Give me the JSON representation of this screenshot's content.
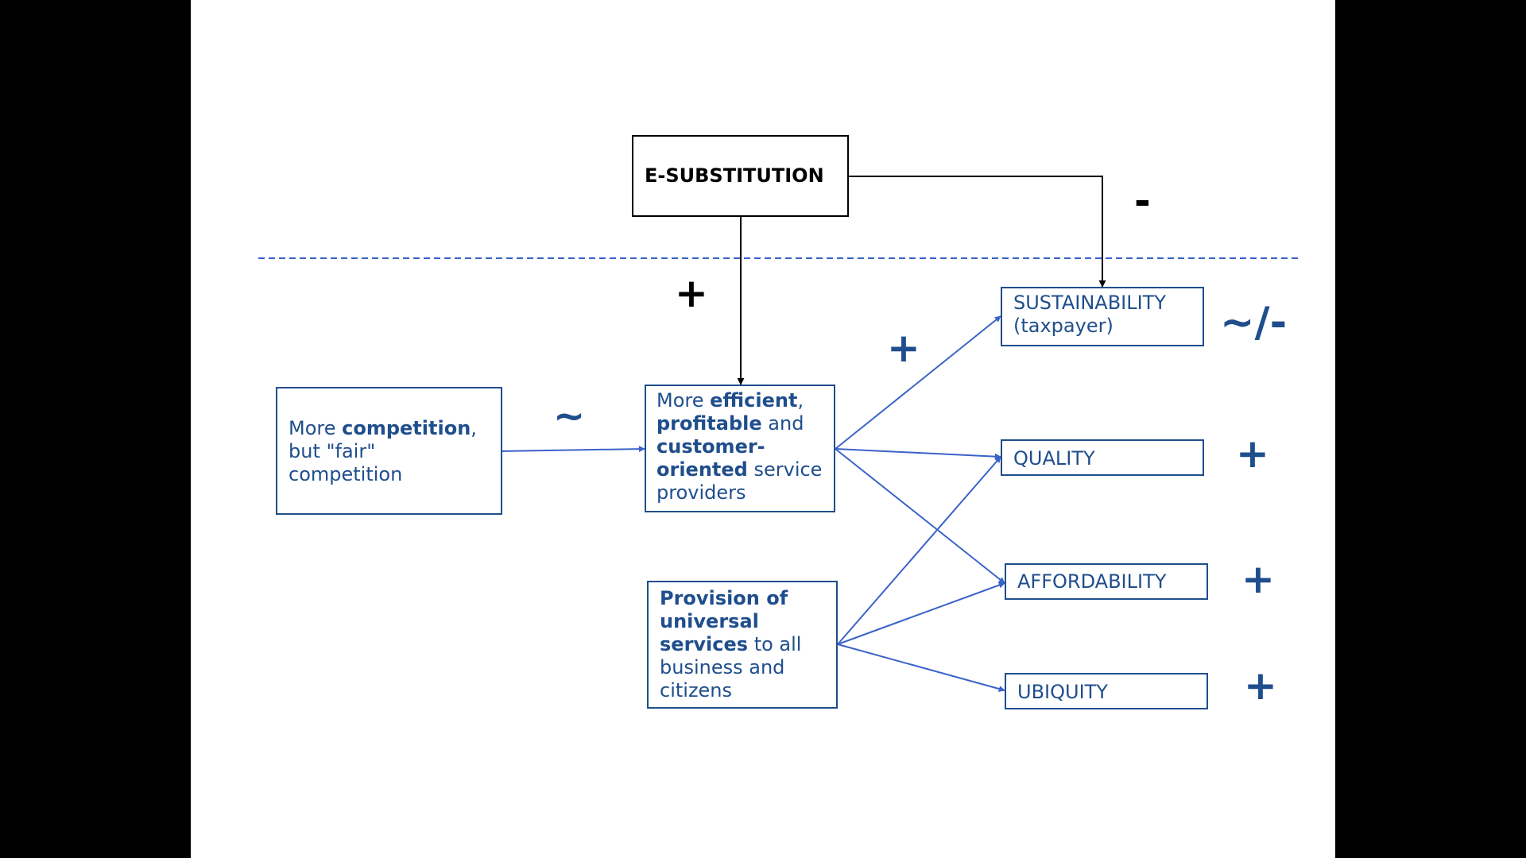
{
  "nodes": {
    "esub": "E-SUBSTITUTION",
    "competition": {
      "t1": "More ",
      "b1": "competition",
      "t2": ", but \"fair\" competition"
    },
    "efficient": {
      "t1": "More ",
      "b1": "efficient",
      "t2": ", ",
      "b2": "profitable",
      "t3": " and ",
      "b3": "customer-oriented",
      "t4": " service providers"
    },
    "universal": {
      "b1": "Provision of universal services",
      "t1": " to all business and citizens"
    },
    "sustainability": "SUSTAINABILITY (taxpayer)",
    "quality": "QUALITY",
    "affordability": "AFFORDABILITY",
    "ubiquity": "UBIQUITY"
  },
  "signs": {
    "esub_to_sustainability": "-",
    "esub_to_efficient": "+",
    "competition_to_efficient": "~",
    "efficient_to_sustainability": "+",
    "sustainability_outcome": "~/-",
    "quality_outcome": "+",
    "affordability_outcome": "+",
    "ubiquity_outcome": "+"
  },
  "colors": {
    "accent": "#1f4e8c",
    "arrow_blue": "#3a63c8",
    "black": "#000000"
  }
}
